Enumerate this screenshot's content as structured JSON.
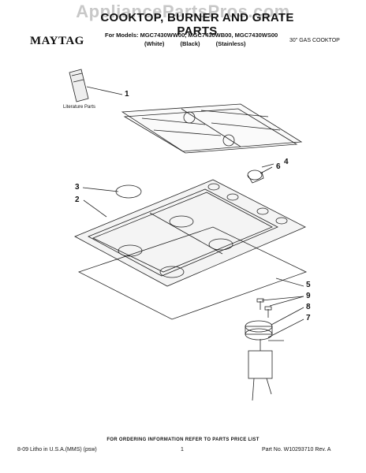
{
  "watermark": "AppliancePartsPros.com",
  "header": {
    "title": "COOKTOP, BURNER AND GRATE PARTS",
    "brand": "MAYTAG",
    "models_line": "For Models: MGC7430WW00, MGC7430WB00, MGC7430WS00",
    "variants": [
      "(White)",
      "(Black)",
      "(Stainless)"
    ],
    "cooktop_type": "30\" GAS COOKTOP"
  },
  "diagram": {
    "literature_label": "Literature Parts",
    "callouts": [
      "1",
      "6",
      "4",
      "3",
      "2",
      "5",
      "9",
      "8",
      "7"
    ]
  },
  "footer": {
    "ordering_note": "FOR ORDERING INFORMATION REFER TO PARTS PRICE LIST",
    "litho": "8-09 Litho in U.S.A.(MMS) (psw)",
    "page": "1",
    "part_no": "Part No. W10293710 Rev. A"
  }
}
